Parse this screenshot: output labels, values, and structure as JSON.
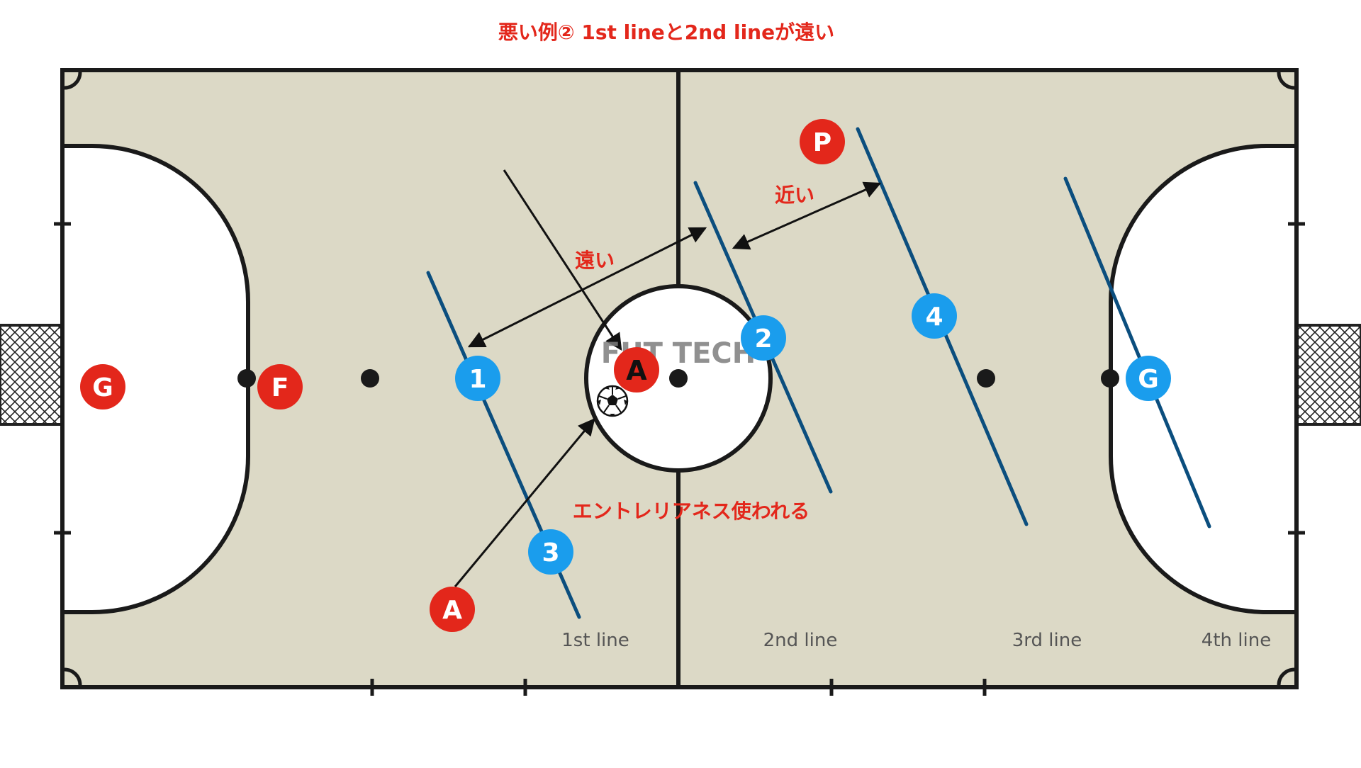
{
  "title": "悪い例② 1st lineと2nd lineが遠い",
  "watermark": "FUT TECH",
  "annotations": {
    "far": "遠い",
    "near": "近い",
    "entre_linhas": "エントレリアネス使われる"
  },
  "line_labels": {
    "first": "1st line",
    "second": "2nd line",
    "third": "3rd line",
    "fourth": "4th line"
  },
  "players": {
    "red_goalkeeper": "G",
    "red_f": "F",
    "red_a_center": "A",
    "red_a_bottom": "A",
    "red_p": "P",
    "blue_1": "1",
    "blue_2": "2",
    "blue_3": "3",
    "blue_4": "4",
    "blue_goalkeeper": "G"
  },
  "colors": {
    "court": "#dcd9c6",
    "court_line": "#1a1a1a",
    "area": "#ffffff",
    "red_team": "#e3271b",
    "blue_team": "#1a9ded",
    "line_stroke": "#0b4e7e",
    "annotation": "#e3271b"
  },
  "icons": {
    "ball": "soccer-ball-icon",
    "goal_net": "goal-net-icon"
  }
}
